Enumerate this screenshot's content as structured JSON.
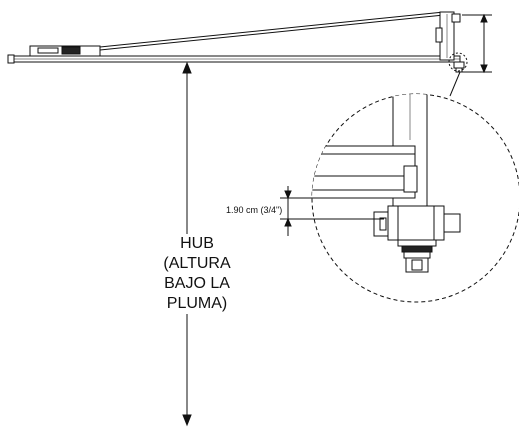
{
  "diagram": {
    "dimension_label": "1.90 cm (3/4\")",
    "hub_label_lines": [
      "HUB",
      "(ALTURA",
      "BAJO LA",
      "PLUMA)"
    ]
  },
  "colors": {
    "line": "#111111",
    "background": "#ffffff"
  }
}
